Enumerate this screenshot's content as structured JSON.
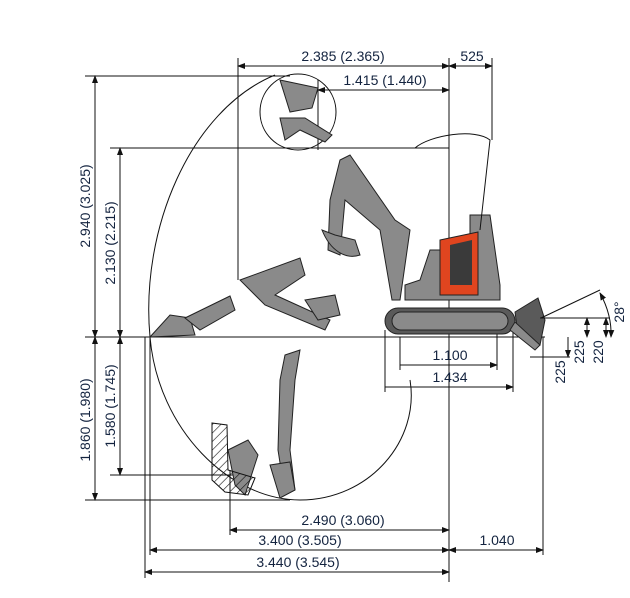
{
  "colors": {
    "text": "#13233f",
    "machine": "#8a8a8a",
    "cab": "#e0451f"
  },
  "dimensions": {
    "top_reach_height": "2.385 (2.365)",
    "top_tail": "525",
    "top_inner": "1.415 (1.440)",
    "max_height": "2.940 (3.025)",
    "dump_height": "2.130 (2.215)",
    "max_depth": "1.860 (1.980)",
    "vertical_wall_depth": "1.580 (1.745)",
    "min_swing_radius": "2.490 (3.060)",
    "reach_ground": "3.400 (3.505)",
    "max_reach": "3.440 (3.545)",
    "blade_distance": "1.040",
    "track_length": "1.100",
    "overall_track": "1.434",
    "blade_up": "225",
    "blade_up_2": "220",
    "blade_down": "225",
    "blade_angle": "28°"
  },
  "icons": [
    "excavator-side-view",
    "bucket-positions",
    "dozer-blade"
  ]
}
